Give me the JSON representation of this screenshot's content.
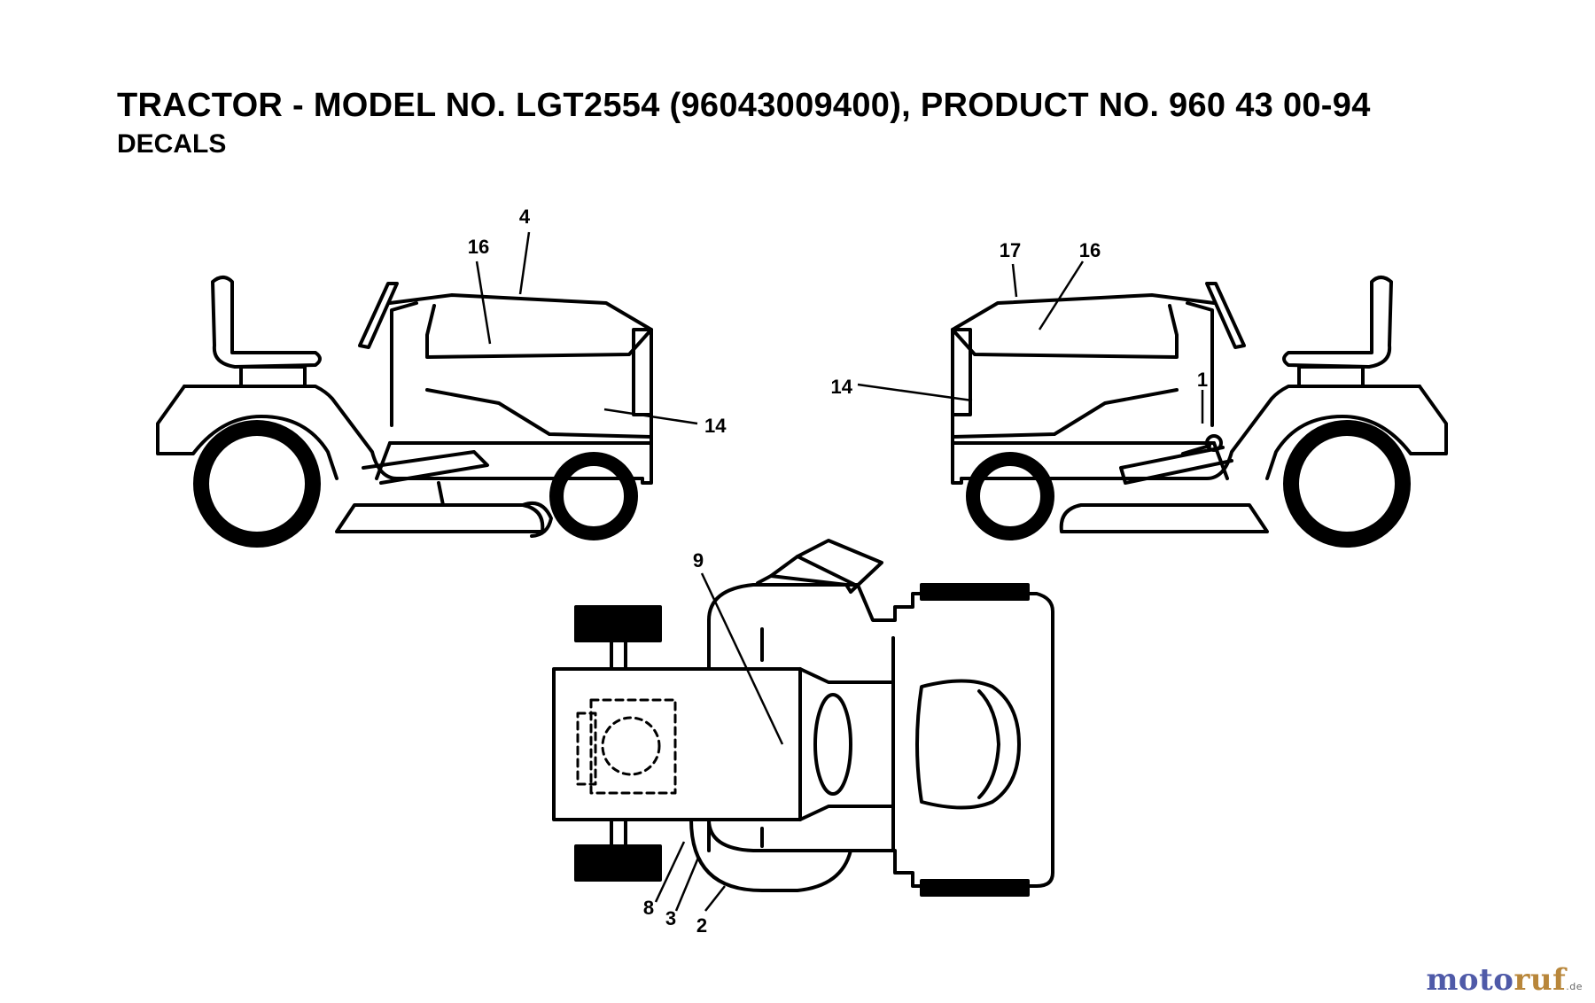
{
  "header": {
    "title": "TRACTOR - MODEL NO. LGT2554 (96043009400), PRODUCT NO. 960 43 00-94",
    "subtitle": "DECALS"
  },
  "callouts": {
    "left_view": {
      "c4": "4",
      "c16": "16",
      "c14": "14"
    },
    "right_view": {
      "c17": "17",
      "c16": "16",
      "c14": "14",
      "c1": "1"
    },
    "top_view": {
      "c9": "9",
      "c8": "8",
      "c3": "3",
      "c2": "2"
    }
  },
  "watermark": {
    "brand_a": "moto",
    "brand_b": "ruf",
    "suffix": ".de"
  },
  "colors": {
    "line": "#000000",
    "watermark_blue": "#4f5aa8",
    "watermark_gold": "#b8863a"
  }
}
